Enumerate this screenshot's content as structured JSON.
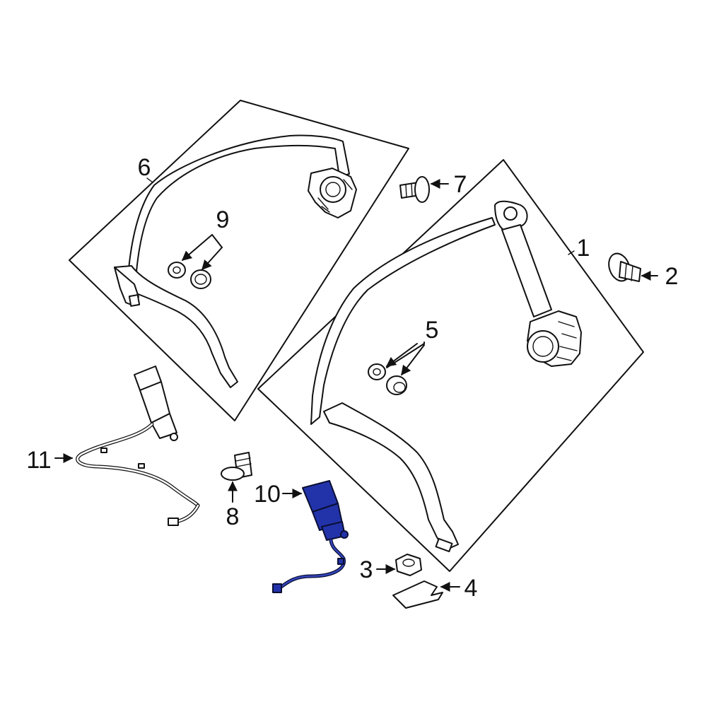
{
  "diagram": {
    "highlight_color": "#2233aa",
    "outline_color": "#111111",
    "callouts": [
      {
        "id": "1",
        "label": "1"
      },
      {
        "id": "2",
        "label": "2"
      },
      {
        "id": "3",
        "label": "3"
      },
      {
        "id": "4",
        "label": "4"
      },
      {
        "id": "5",
        "label": "5"
      },
      {
        "id": "6",
        "label": "6"
      },
      {
        "id": "7",
        "label": "7"
      },
      {
        "id": "8",
        "label": "8"
      },
      {
        "id": "9",
        "label": "9"
      },
      {
        "id": "10",
        "label": "10"
      },
      {
        "id": "11",
        "label": "11"
      }
    ],
    "highlighted_part": "10"
  }
}
